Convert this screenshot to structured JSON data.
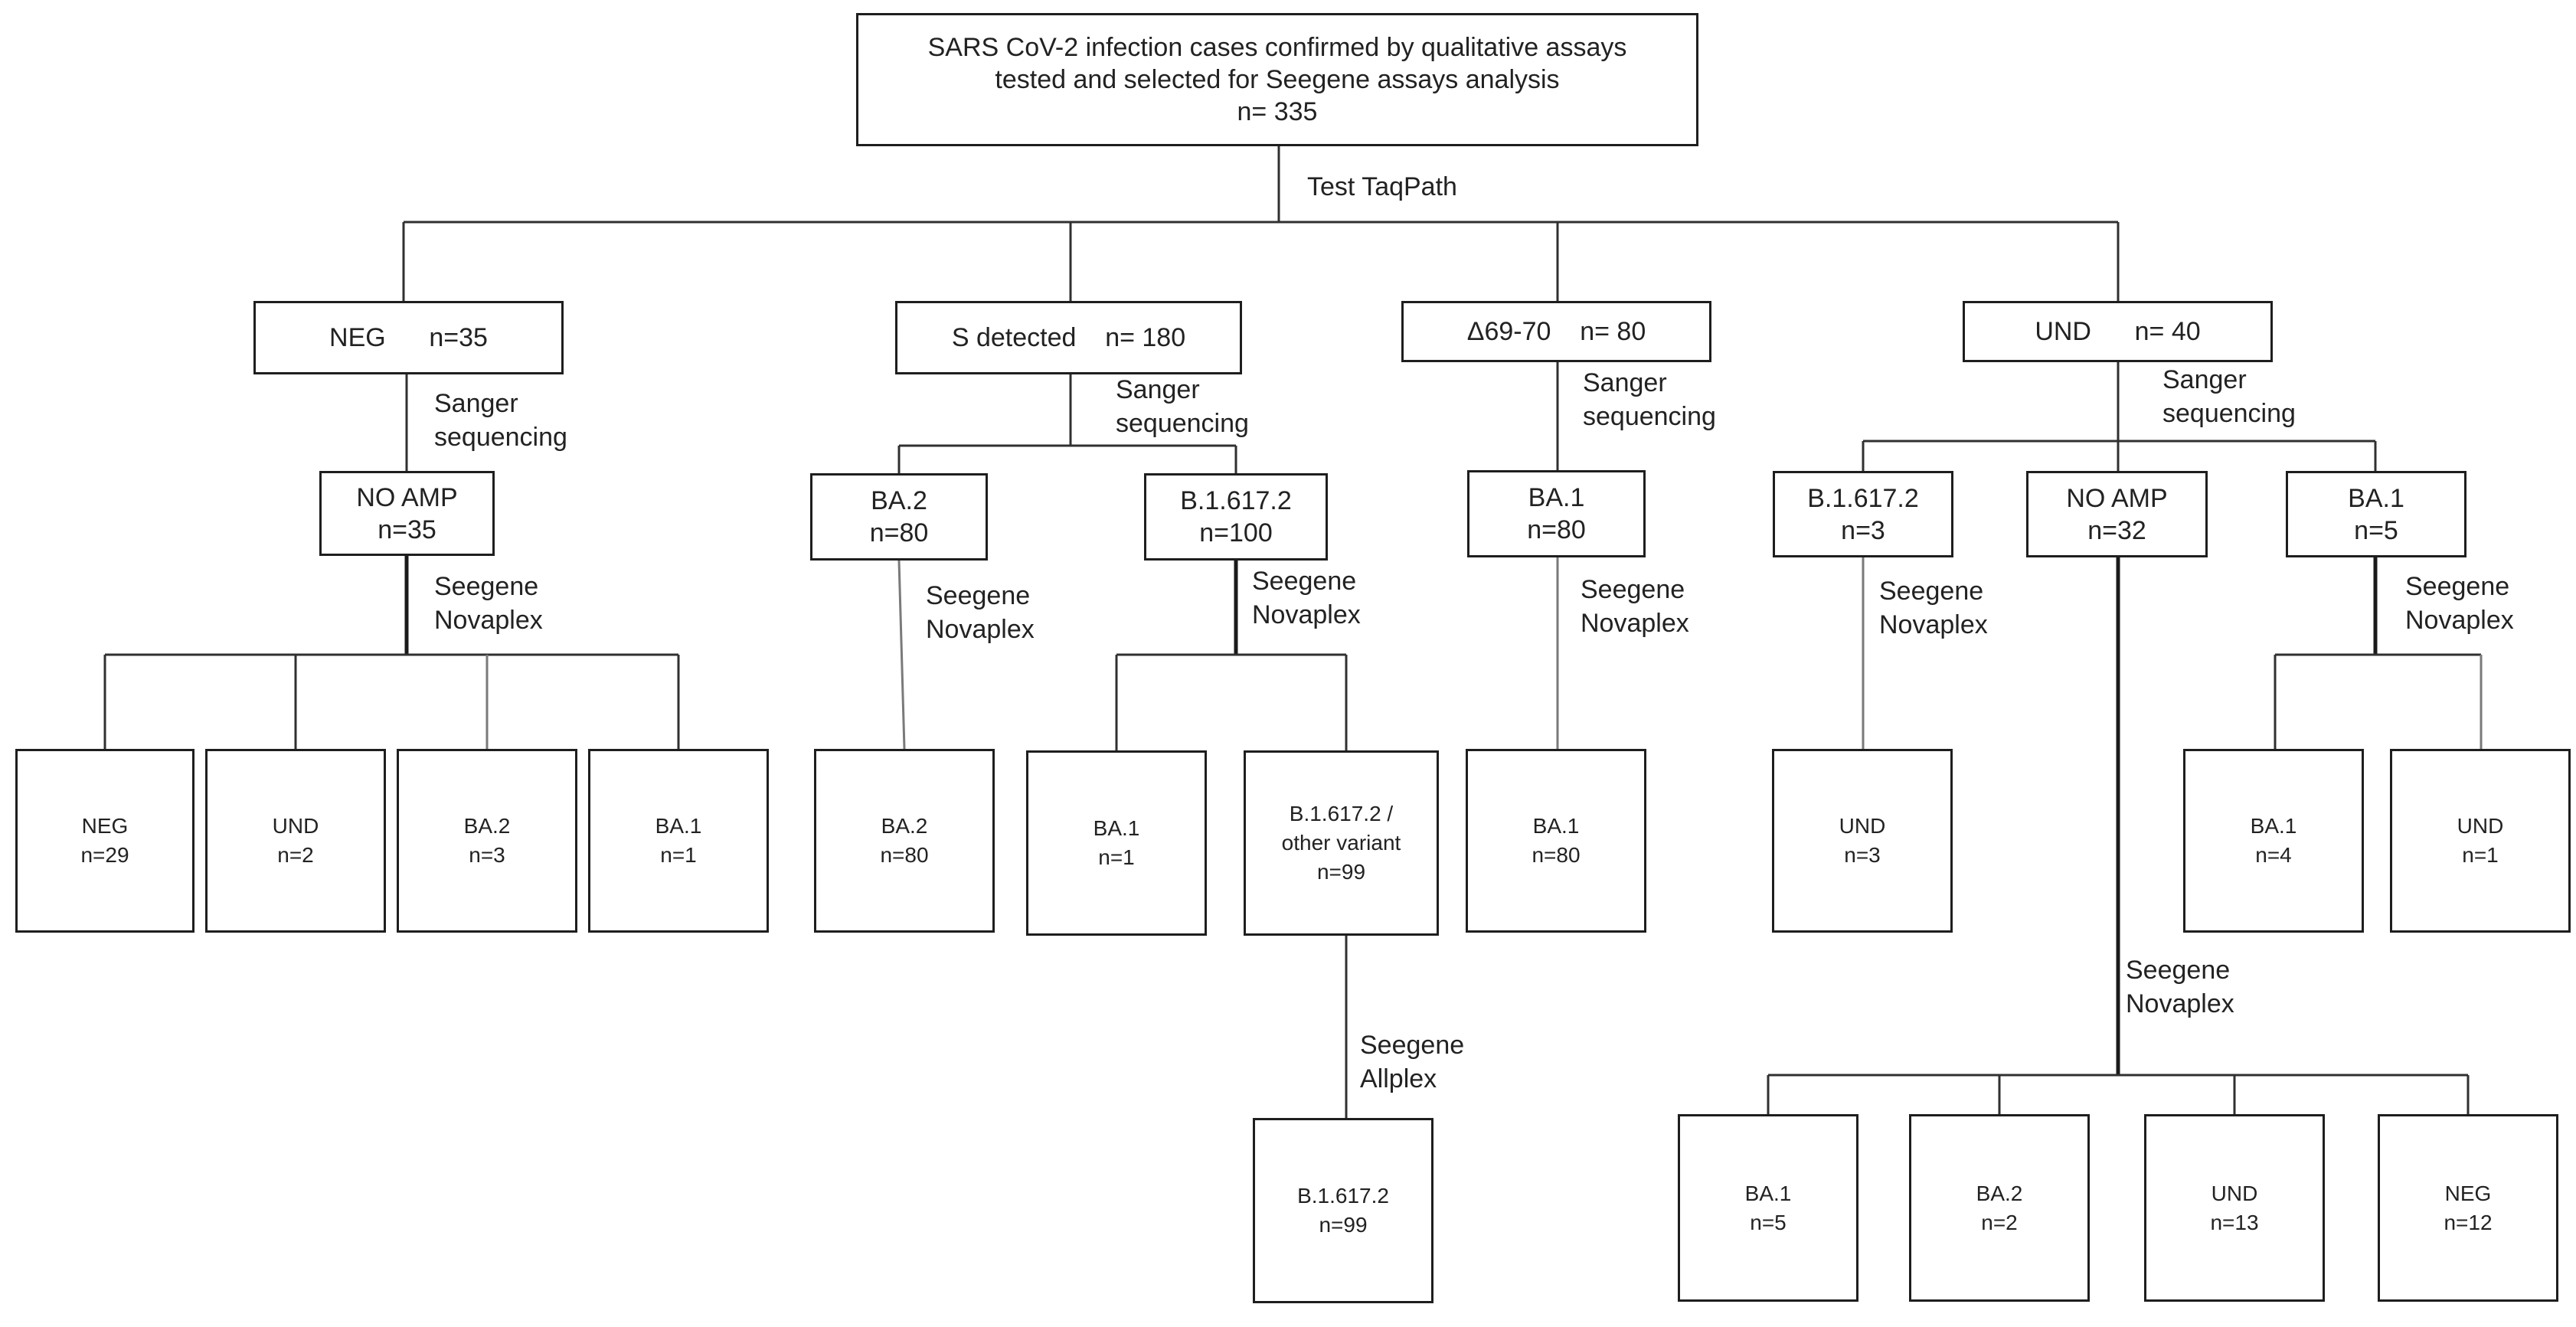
{
  "root": {
    "line1": "SARS CoV-2 infection cases confirmed by qualitative assays",
    "line2": "tested and selected for Seegene assays analysis",
    "line3": "n= 335"
  },
  "test_label": "Test TaqPath",
  "level1": {
    "neg": "NEG      n=35",
    "s_detected": "S detected    n= 180",
    "del6970": "Δ69-70    n= 80",
    "und": "UND      n= 40"
  },
  "labels": {
    "sanger_line1": "Sanger",
    "sanger_line2": "sequencing",
    "seegene": "Seegene",
    "novaplex": "Novaplex",
    "allplex": "Allplex"
  },
  "level2": {
    "noamp_a": [
      "NO AMP",
      "n=35"
    ],
    "ba2": [
      "BA.2",
      "n=80"
    ],
    "b16172": [
      "B.1.617.2",
      "n=100"
    ],
    "ba1": [
      "BA.1",
      "n=80"
    ],
    "und_b16172": [
      "B.1.617.2",
      "n=3"
    ],
    "noamp_b": [
      "NO AMP",
      "n=32"
    ],
    "und_ba1": [
      "BA.1",
      "n=5"
    ]
  },
  "level3": {
    "neg_neg": [
      "NEG",
      "n=29"
    ],
    "neg_und": [
      "UND",
      "n=2"
    ],
    "neg_ba2": [
      "BA.2",
      "n=3"
    ],
    "neg_ba1": [
      "BA.1",
      "n=1"
    ],
    "s_ba2": [
      "BA.2",
      "n=80"
    ],
    "s_ba1": [
      "BA.1",
      "n=1"
    ],
    "s_other": [
      "B.1.617.2 /",
      "other variant",
      "n=99"
    ],
    "d_ba1": [
      "BA.1",
      "n=80"
    ],
    "u_und": [
      "UND",
      "n=3"
    ],
    "u_ba1": [
      "BA.1",
      "n=4"
    ],
    "u_und2": [
      "UND",
      "n=1"
    ]
  },
  "level4": {
    "allplex_b16172": [
      "B.1.617.2",
      "n=99"
    ],
    "noamp_ba1": [
      "BA.1",
      "n=5"
    ],
    "noamp_ba2": [
      "BA.2",
      "n=2"
    ],
    "noamp_und": [
      "UND",
      "n=13"
    ],
    "noamp_neg": [
      "NEG",
      "n=12"
    ]
  }
}
